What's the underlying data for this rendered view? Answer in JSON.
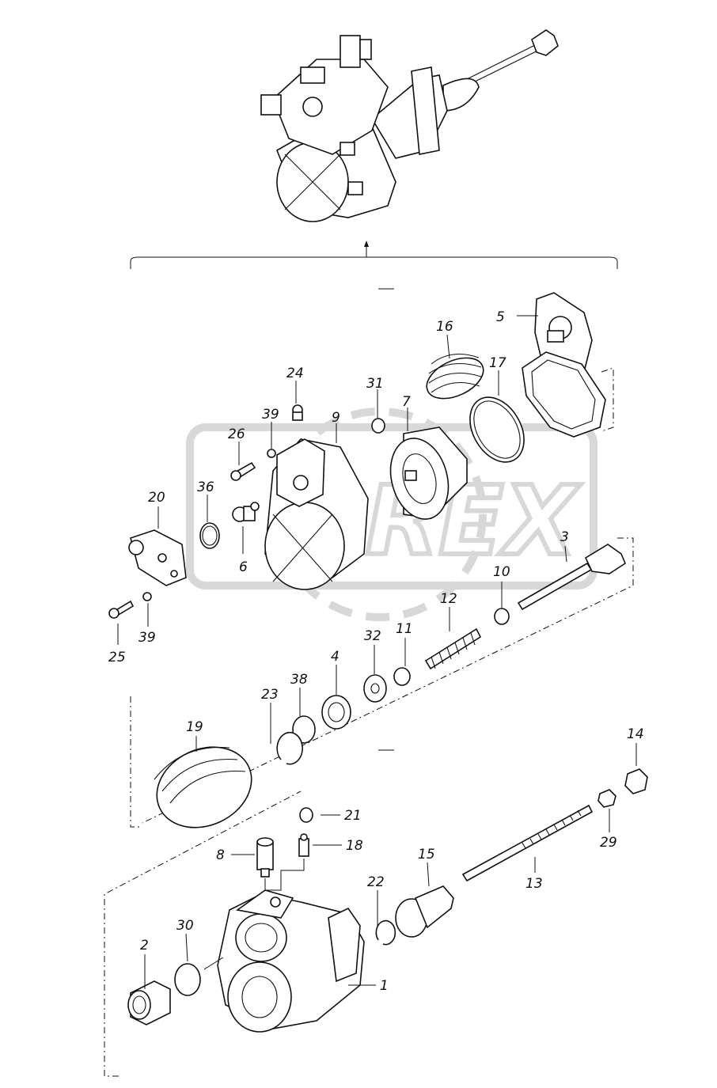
{
  "watermark": {
    "text": "OREX"
  },
  "callouts": [
    {
      "id": "p1",
      "label": "1"
    },
    {
      "id": "p2",
      "label": "2"
    },
    {
      "id": "p3",
      "label": "3"
    },
    {
      "id": "p4",
      "label": "4"
    },
    {
      "id": "p5",
      "label": "5"
    },
    {
      "id": "p6",
      "label": "6"
    },
    {
      "id": "p7",
      "label": "7"
    },
    {
      "id": "p8",
      "label": "8"
    },
    {
      "id": "p9",
      "label": "9"
    },
    {
      "id": "p10",
      "label": "10"
    },
    {
      "id": "p11",
      "label": "11"
    },
    {
      "id": "p12",
      "label": "12"
    },
    {
      "id": "p13",
      "label": "13"
    },
    {
      "id": "p14",
      "label": "14"
    },
    {
      "id": "p15",
      "label": "15"
    },
    {
      "id": "p16",
      "label": "16"
    },
    {
      "id": "p17",
      "label": "17"
    },
    {
      "id": "p18",
      "label": "18"
    },
    {
      "id": "p19",
      "label": "19"
    },
    {
      "id": "p20",
      "label": "20"
    },
    {
      "id": "p21",
      "label": "21"
    },
    {
      "id": "p22",
      "label": "22"
    },
    {
      "id": "p23",
      "label": "23"
    },
    {
      "id": "p24",
      "label": "24"
    },
    {
      "id": "p25",
      "label": "25"
    },
    {
      "id": "p26",
      "label": "26"
    },
    {
      "id": "p29",
      "label": "29"
    },
    {
      "id": "p30",
      "label": "30"
    },
    {
      "id": "p31",
      "label": "31"
    },
    {
      "id": "p32",
      "label": "32"
    },
    {
      "id": "p36",
      "label": "36"
    },
    {
      "id": "p38",
      "label": "38"
    },
    {
      "id": "p39a",
      "label": "39"
    },
    {
      "id": "p39b",
      "label": "39"
    }
  ]
}
